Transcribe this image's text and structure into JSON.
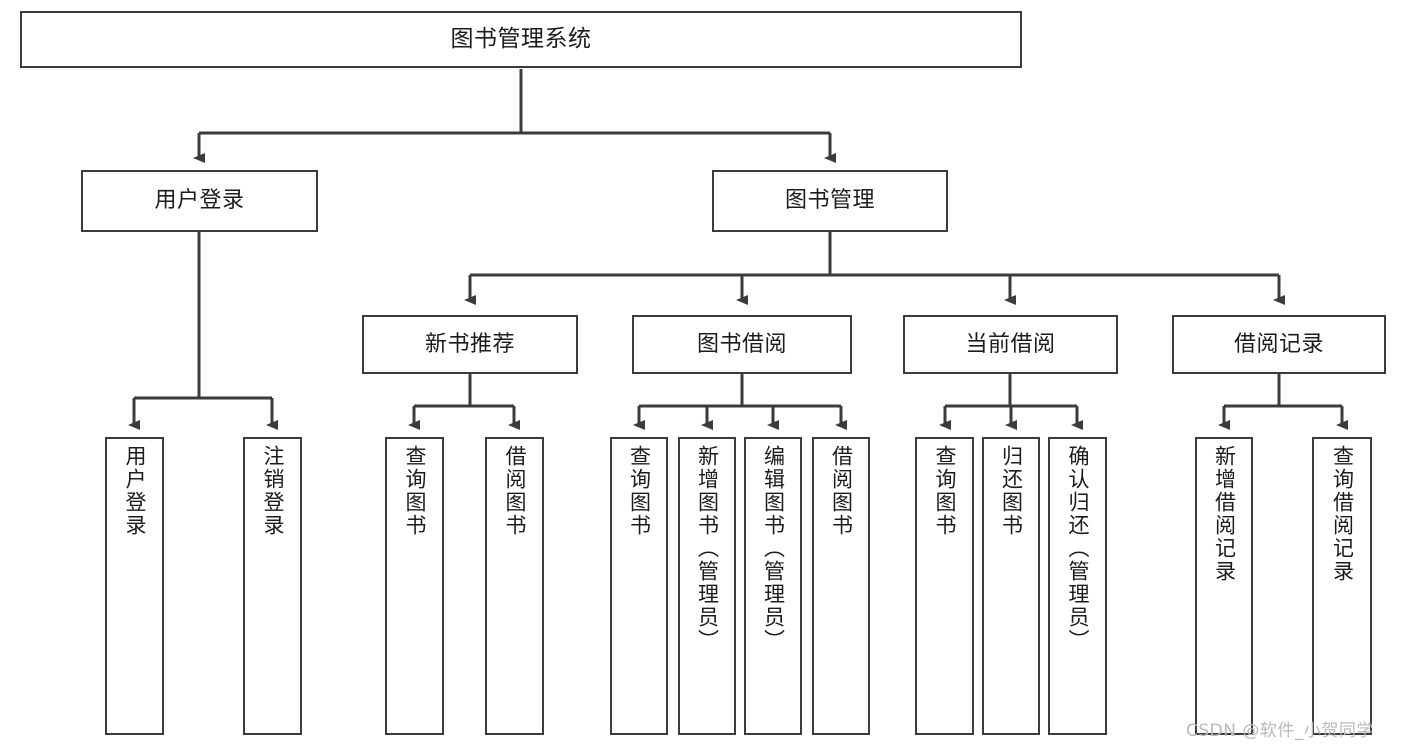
{
  "diagram": {
    "type": "hierarchy-tree",
    "title": "图书管理系统",
    "watermark": "CSDN @软件_小贺同学",
    "root": {
      "label": "图书管理系统"
    },
    "level2": [
      {
        "id": "user-login",
        "label": "用户登录"
      },
      {
        "id": "book-management",
        "label": "图书管理"
      }
    ],
    "level3": [
      {
        "id": "new-book-recommend",
        "label": "新书推荐"
      },
      {
        "id": "book-borrow",
        "label": "图书借阅"
      },
      {
        "id": "current-borrow",
        "label": "当前借阅"
      },
      {
        "id": "borrow-record",
        "label": "借阅记录"
      }
    ],
    "leaves": {
      "user_login": [
        {
          "id": "leaf-user-login",
          "label": "用户登录"
        },
        {
          "id": "leaf-logout-login",
          "label": "注销登录"
        }
      ],
      "new_book_recommend": [
        {
          "id": "leaf-query-book-1",
          "label": "查询图书"
        },
        {
          "id": "leaf-borrow-book-1",
          "label": "借阅图书"
        }
      ],
      "book_borrow": [
        {
          "id": "leaf-query-book-2",
          "label": "查询图书"
        },
        {
          "id": "leaf-add-book",
          "label": "新增图书（管理员）"
        },
        {
          "id": "leaf-edit-book",
          "label": "编辑图书（管理员）"
        },
        {
          "id": "leaf-borrow-book-2",
          "label": "借阅图书"
        }
      ],
      "current_borrow": [
        {
          "id": "leaf-query-book-3",
          "label": "查询图书"
        },
        {
          "id": "leaf-return-book",
          "label": "归还图书"
        },
        {
          "id": "leaf-confirm-return",
          "label": "确认归还（管理员）"
        }
      ],
      "borrow_record": [
        {
          "id": "leaf-add-record",
          "label": "新增借阅记录"
        },
        {
          "id": "leaf-query-record",
          "label": "查询借阅记录"
        }
      ]
    },
    "colors": {
      "stroke": "#3b3b3b",
      "fill": "#ffffff",
      "text": "#1c1c1c",
      "watermark": "#b9b9b9"
    }
  }
}
